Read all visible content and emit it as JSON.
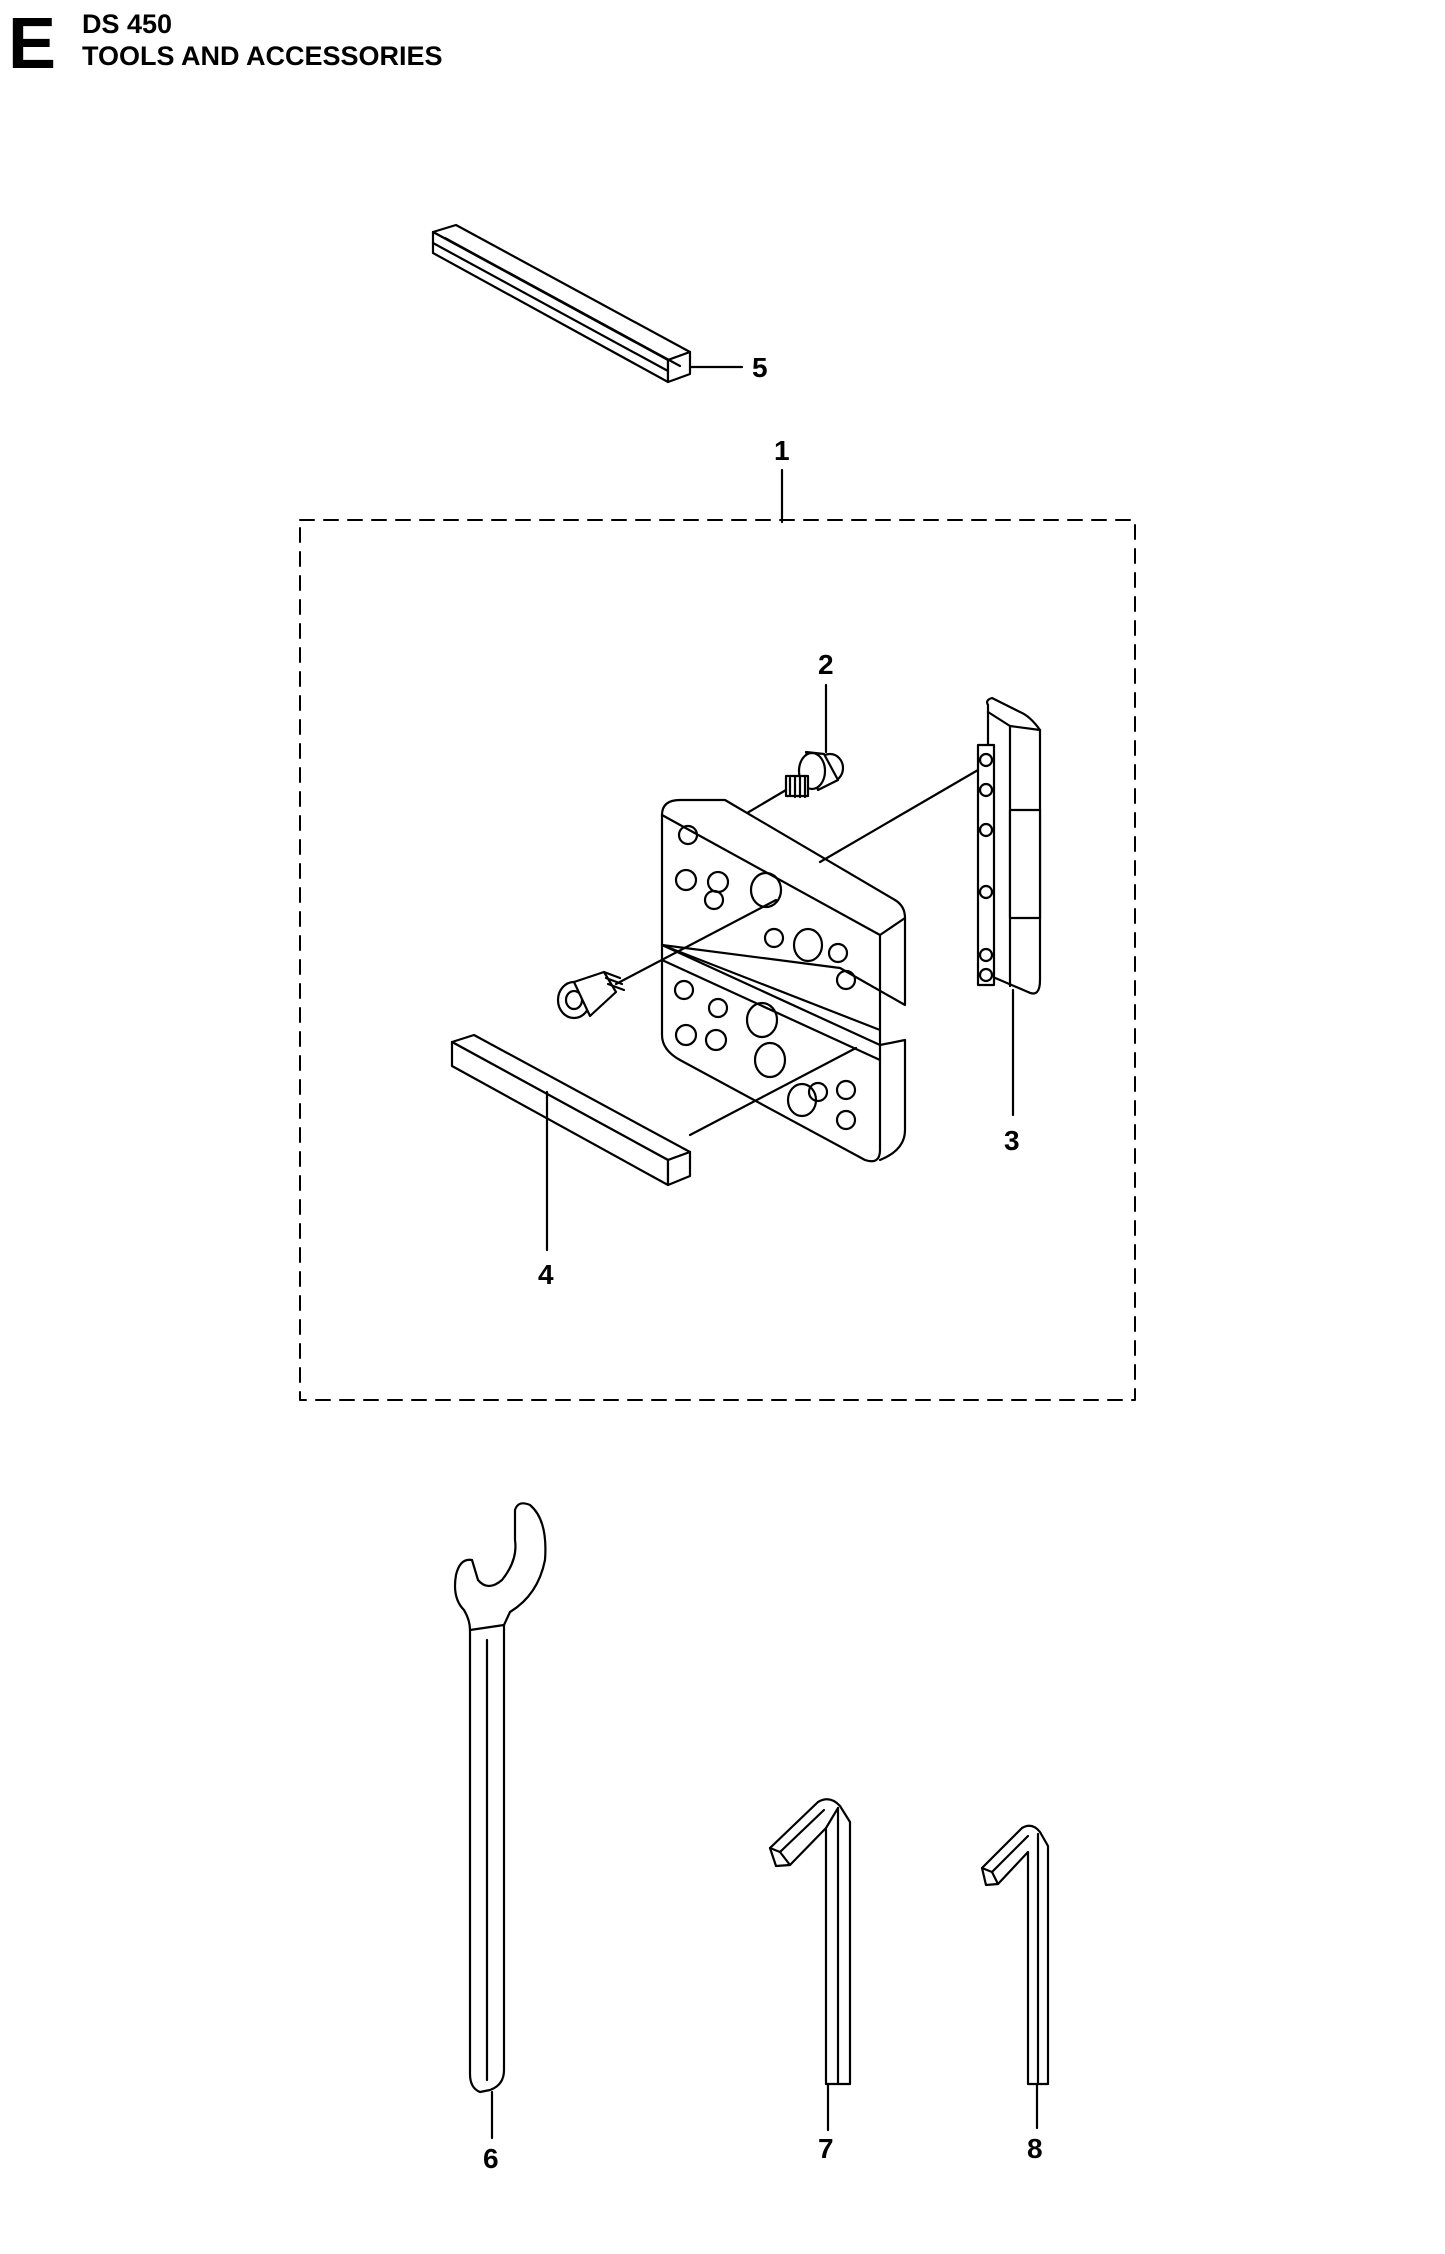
{
  "header": {
    "section_letter": "E",
    "model": "DS 450",
    "title": "TOOLS AND ACCESSORIES"
  },
  "callouts": {
    "c1": "1",
    "c2": "2",
    "c3": "3",
    "c4": "4",
    "c5": "5",
    "c6": "6",
    "c7": "7",
    "c8": "8"
  }
}
